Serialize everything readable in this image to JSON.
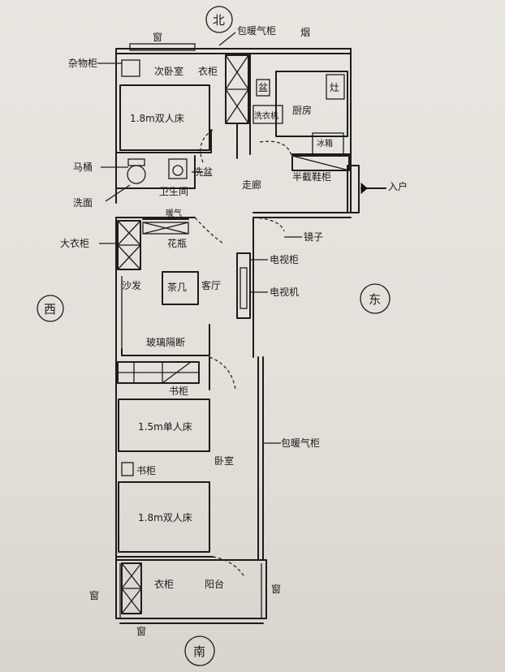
{
  "compass": {
    "north": "北",
    "east": "东",
    "south": "南",
    "west": "西"
  },
  "labels": {
    "window_top": "窗",
    "top_cabinet": "包暖气柜",
    "hood": "烟",
    "misc_cabinet": "杂物柜",
    "second_bedroom": "次卧室",
    "wardrobe_top": "衣柜",
    "bed_top": "1.8m双人床",
    "stove": "灶",
    "sink": "盆",
    "washer": "洗衣机",
    "kitchen": "厨房",
    "fridge": "冰箱",
    "toilet": "马桶",
    "wash": "洗面",
    "basin": "洗盆",
    "bathroom": "卫生间",
    "corridor": "走廊",
    "shoe_cabinet": "半截鞋柜",
    "entry": "入户",
    "heater": "暖气",
    "mirror": "镜子",
    "big_wardrobe": "大衣柜",
    "vase": "花瓶",
    "living_room": "客厅",
    "sofa": "沙发",
    "tea_table": "茶几",
    "tv_cabinet": "电视柜",
    "tv": "电视机",
    "partition": "玻璃隔断",
    "book_cabinet": "书柜",
    "bed_mid": "1.5m单人床",
    "bedroom": "卧室",
    "heater_cabinet": "包暖气柜",
    "desk": "书柜",
    "bed_bottom": "1.8m双人床",
    "wardrobe_bottom": "衣柜",
    "balcony": "阳台",
    "window_left": "窗",
    "window_right": "窗",
    "window_bottom": "窗"
  }
}
